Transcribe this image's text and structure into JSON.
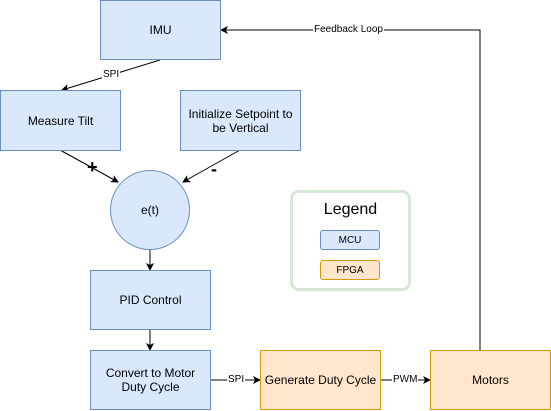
{
  "nodes": {
    "imu": "IMU",
    "measure_tilt": "Measure Tilt",
    "setpoint": "Initialize Setpoint to be Vertical",
    "error": "e(t)",
    "pid": "PID Control",
    "convert": "Convert to Motor Duty Cycle",
    "generate": "Generate Duty Cycle",
    "motors": "Motors"
  },
  "edge_labels": {
    "imu_to_tilt": "SPI",
    "convert_to_generate": "SPI",
    "generate_to_motors": "PWM",
    "motors_to_imu": "Feedback Loop",
    "tilt_sign": "+",
    "setpoint_sign": "-"
  },
  "legend": {
    "title": "Legend",
    "items": [
      {
        "label": "MCU",
        "fill": "#dae8fc",
        "stroke": "#6c8ebf"
      },
      {
        "label": "FPGA",
        "fill": "#ffe6cc",
        "stroke": "#d79b00"
      }
    ]
  },
  "colors": {
    "mcu_fill": "#dae8fc",
    "mcu_stroke": "#6c8ebf",
    "fpga_fill": "#ffe6cc",
    "fpga_stroke": "#d79b00",
    "legend_border": "#d5e8d4"
  }
}
